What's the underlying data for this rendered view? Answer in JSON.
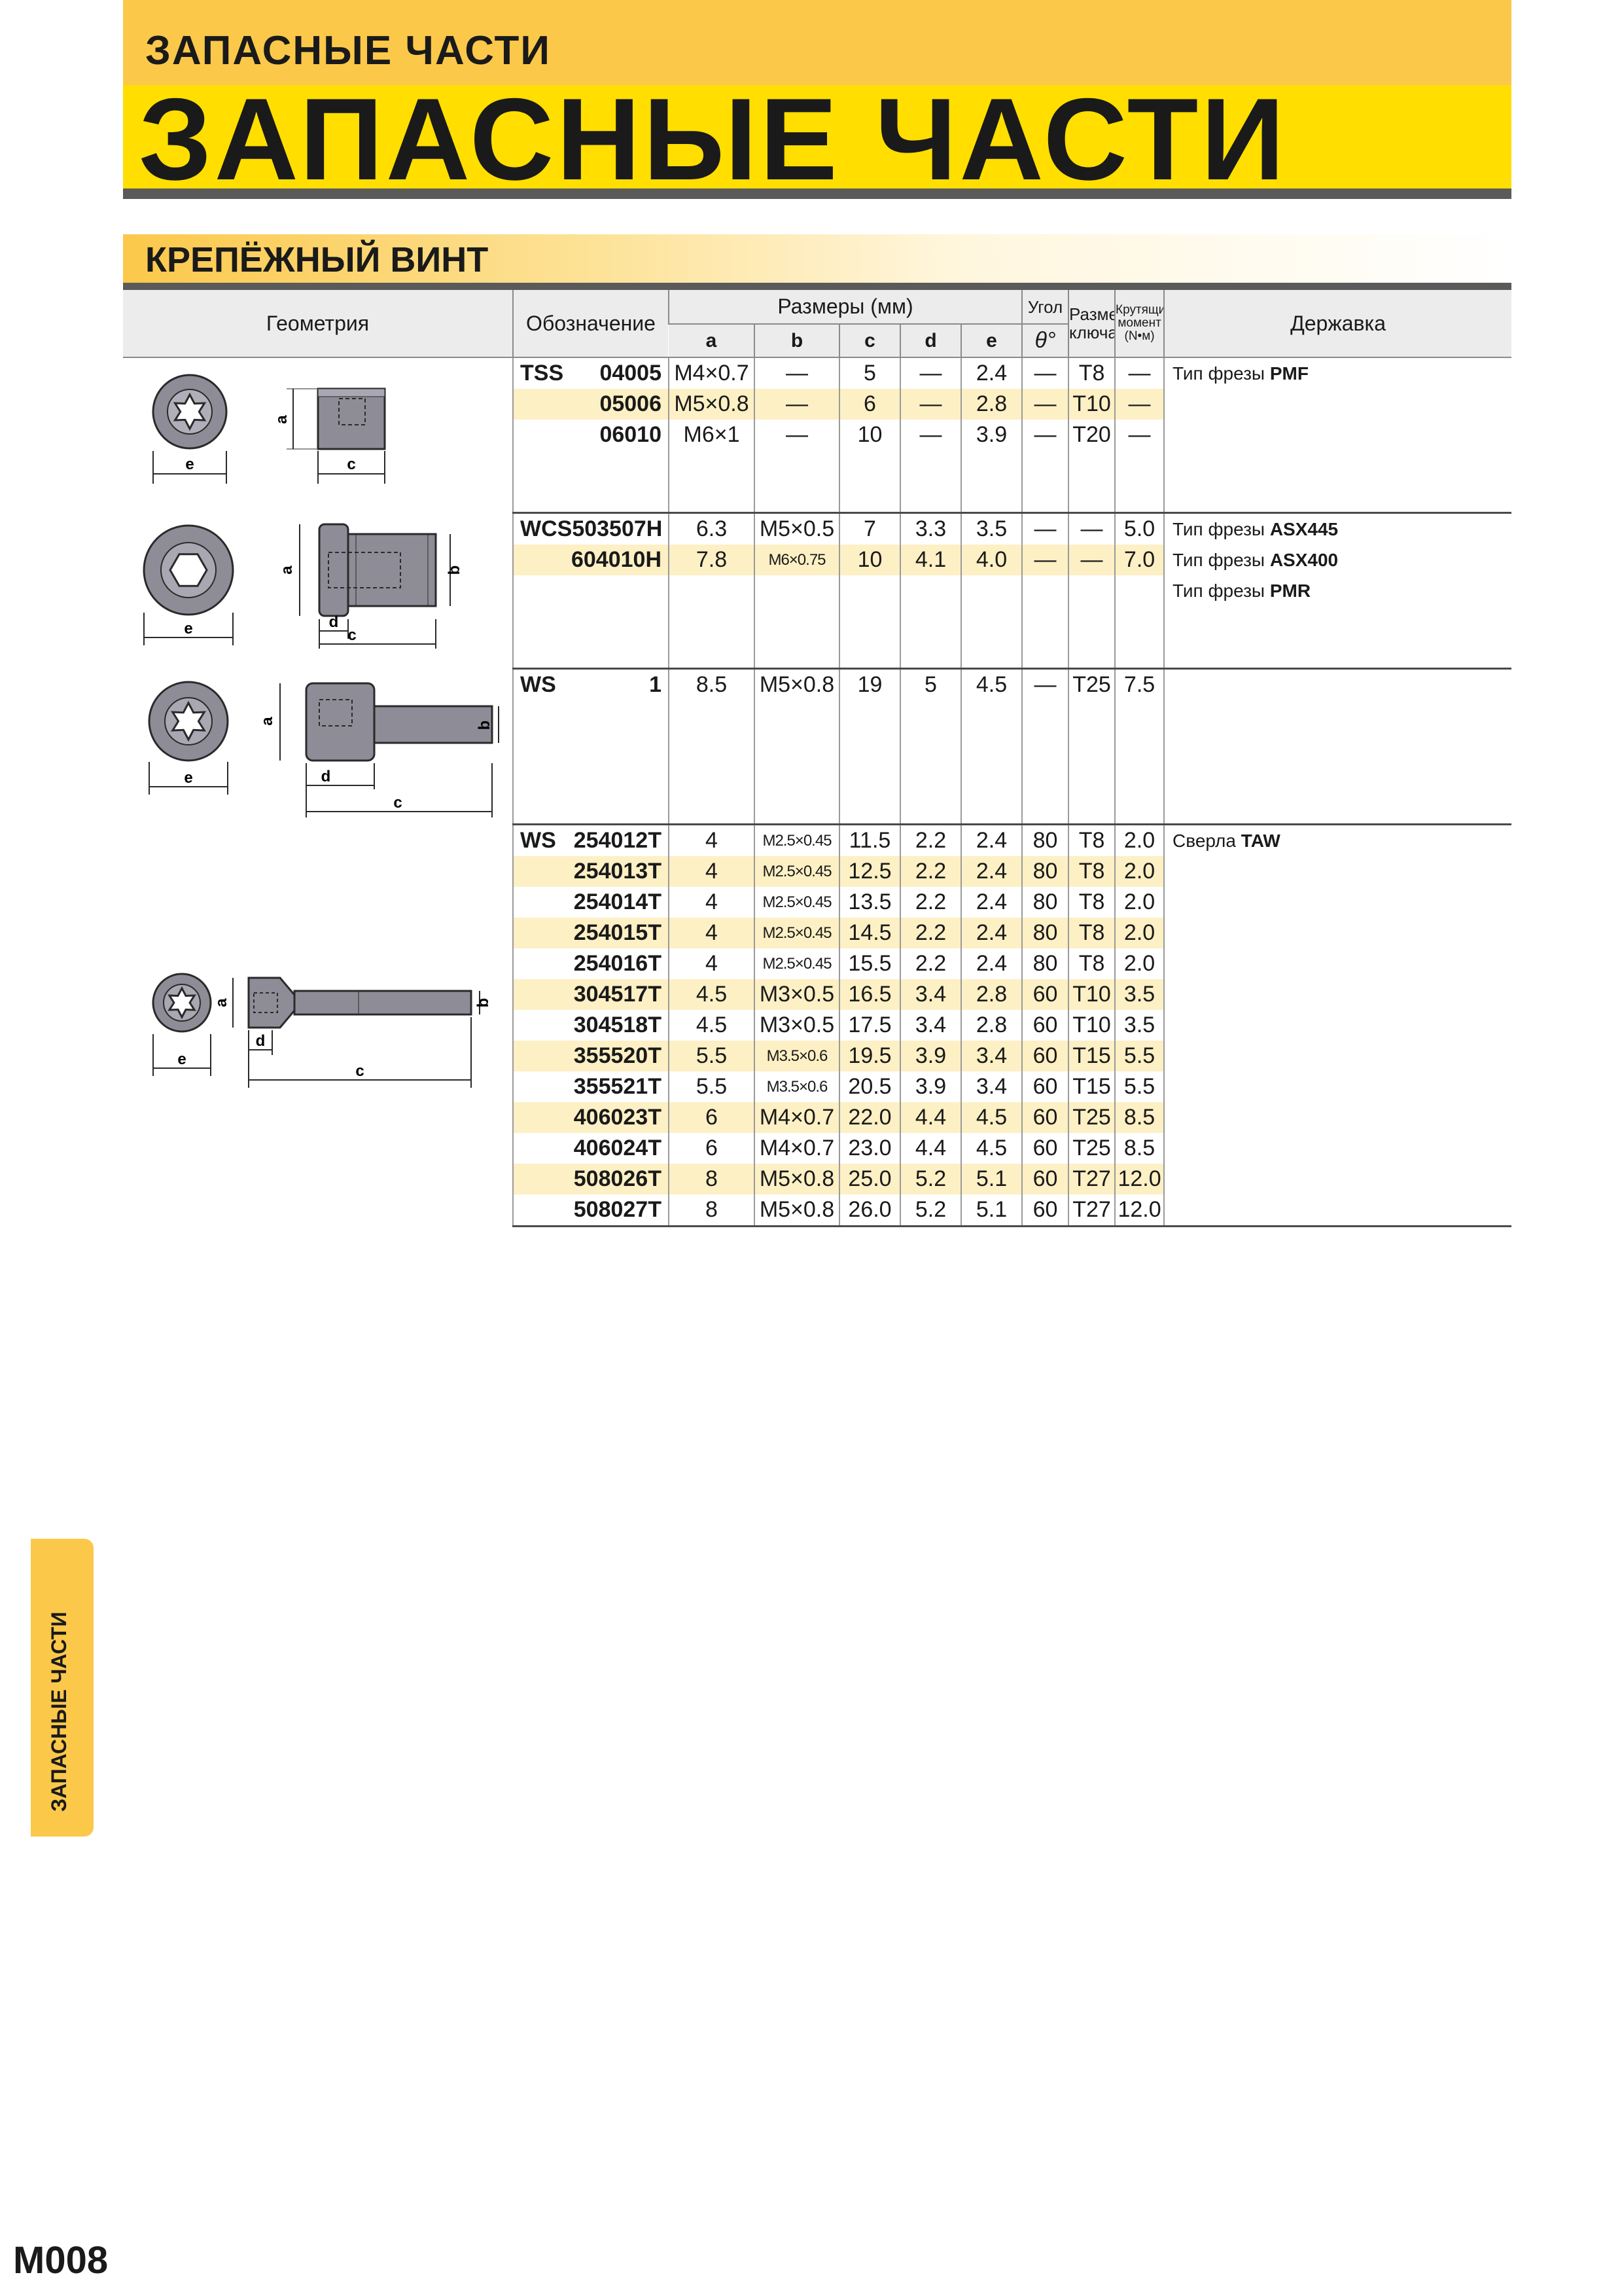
{
  "header": {
    "small_title": "ЗАПАСНЫЕ ЧАСТИ",
    "big_title": "ЗАПАСНЫЕ ЧАСТИ"
  },
  "section": {
    "title": "КРЕПЁЖНЫЙ ВИНТ"
  },
  "table": {
    "headers": {
      "geometry": "Геометрия",
      "designation": "Обозначение",
      "dimensions": "Размеры (мм)",
      "angle": "Угол",
      "key_size": "Размер ключа",
      "torque": "Крутящий момент (N•м)",
      "holder": "Державка",
      "a": "a",
      "b": "b",
      "c": "c",
      "d": "d",
      "e": "e",
      "theta": "θ°"
    },
    "groups": [
      {
        "rows": [
          {
            "prefix": "TSS",
            "code": "04005",
            "a": "M4×0.7",
            "b": "—",
            "c": "5",
            "d": "—",
            "e": "2.4",
            "theta": "—",
            "key": "T8",
            "torque": "—",
            "holder_text": "Тип фрезы ",
            "holder_bold": "PMF"
          },
          {
            "prefix": "",
            "code": "05006",
            "a": "M5×0.8",
            "b": "—",
            "c": "6",
            "d": "—",
            "e": "2.8",
            "theta": "—",
            "key": "T10",
            "torque": "—",
            "holder_text": "",
            "holder_bold": ""
          },
          {
            "prefix": "",
            "code": "06010",
            "a": "M6×1",
            "b": "—",
            "c": "10",
            "d": "—",
            "e": "3.9",
            "theta": "—",
            "key": "T20",
            "torque": "—",
            "holder_text": "",
            "holder_bold": ""
          }
        ]
      },
      {
        "rows": [
          {
            "prefix": "WCS",
            "code": "503507H",
            "a": "6.3",
            "b": "M5×0.5",
            "c": "7",
            "d": "3.3",
            "e": "3.5",
            "theta": "—",
            "key": "—",
            "torque": "5.0",
            "holder_text": "Тип фрезы ",
            "holder_bold": "ASX445"
          },
          {
            "prefix": "",
            "code": "604010H",
            "a": "7.8",
            "b": "M6×0.75",
            "c": "10",
            "d": "4.1",
            "e": "4.0",
            "theta": "—",
            "key": "—",
            "torque": "7.0",
            "holder_text": "Тип фрезы ",
            "holder_bold": "ASX400"
          },
          {
            "extra_holder_text": "Тип фрезы ",
            "extra_holder_bold": "PMR"
          }
        ]
      },
      {
        "rows": [
          {
            "prefix": "WS",
            "code": "1",
            "a": "8.5",
            "b": "M5×0.8",
            "c": "19",
            "d": "5",
            "e": "4.5",
            "theta": "—",
            "key": "T25",
            "torque": "7.5",
            "holder_text": "",
            "holder_bold": ""
          }
        ]
      },
      {
        "rows": [
          {
            "prefix": "WS",
            "code": "254012T",
            "a": "4",
            "b": "M2.5×0.45",
            "c": "11.5",
            "d": "2.2",
            "e": "2.4",
            "theta": "80",
            "key": "T8",
            "torque": "2.0",
            "holder_text": "Сверла ",
            "holder_bold": "TAW"
          },
          {
            "prefix": "",
            "code": "254013T",
            "a": "4",
            "b": "M2.5×0.45",
            "c": "12.5",
            "d": "2.2",
            "e": "2.4",
            "theta": "80",
            "key": "T8",
            "torque": "2.0"
          },
          {
            "prefix": "",
            "code": "254014T",
            "a": "4",
            "b": "M2.5×0.45",
            "c": "13.5",
            "d": "2.2",
            "e": "2.4",
            "theta": "80",
            "key": "T8",
            "torque": "2.0"
          },
          {
            "prefix": "",
            "code": "254015T",
            "a": "4",
            "b": "M2.5×0.45",
            "c": "14.5",
            "d": "2.2",
            "e": "2.4",
            "theta": "80",
            "key": "T8",
            "torque": "2.0"
          },
          {
            "prefix": "",
            "code": "254016T",
            "a": "4",
            "b": "M2.5×0.45",
            "c": "15.5",
            "d": "2.2",
            "e": "2.4",
            "theta": "80",
            "key": "T8",
            "torque": "2.0"
          },
          {
            "prefix": "",
            "code": "304517T",
            "a": "4.5",
            "b": "M3×0.5",
            "c": "16.5",
            "d": "3.4",
            "e": "2.8",
            "theta": "60",
            "key": "T10",
            "torque": "3.5"
          },
          {
            "prefix": "",
            "code": "304518T",
            "a": "4.5",
            "b": "M3×0.5",
            "c": "17.5",
            "d": "3.4",
            "e": "2.8",
            "theta": "60",
            "key": "T10",
            "torque": "3.5"
          },
          {
            "prefix": "",
            "code": "355520T",
            "a": "5.5",
            "b": "M3.5×0.6",
            "c": "19.5",
            "d": "3.9",
            "e": "3.4",
            "theta": "60",
            "key": "T15",
            "torque": "5.5"
          },
          {
            "prefix": "",
            "code": "355521T",
            "a": "5.5",
            "b": "M3.5×0.6",
            "c": "20.5",
            "d": "3.9",
            "e": "3.4",
            "theta": "60",
            "key": "T15",
            "torque": "5.5"
          },
          {
            "prefix": "",
            "code": "406023T",
            "a": "6",
            "b": "M4×0.7",
            "c": "22.0",
            "d": "4.4",
            "e": "4.5",
            "theta": "60",
            "key": "T25",
            "torque": "8.5"
          },
          {
            "prefix": "",
            "code": "406024T",
            "a": "6",
            "b": "M4×0.7",
            "c": "23.0",
            "d": "4.4",
            "e": "4.5",
            "theta": "60",
            "key": "T25",
            "torque": "8.5"
          },
          {
            "prefix": "",
            "code": "508026T",
            "a": "8",
            "b": "M5×0.8",
            "c": "25.0",
            "d": "5.2",
            "e": "5.1",
            "theta": "60",
            "key": "T27",
            "torque": "12.0"
          },
          {
            "prefix": "",
            "code": "508027T",
            "a": "8",
            "b": "M5×0.8",
            "c": "26.0",
            "d": "5.2",
            "e": "5.1",
            "theta": "60",
            "key": "T27",
            "torque": "12.0"
          }
        ]
      }
    ]
  },
  "drawing_labels": {
    "a": "a",
    "b": "b",
    "c": "c",
    "d": "d",
    "e": "e"
  },
  "side_tab": {
    "label": "ЗАПАСНЫЕ ЧАСТИ"
  },
  "page_number": "M008",
  "colors": {
    "accent_orange": "#fbc84a",
    "accent_yellow": "#ffde00",
    "row_highlight": "#fdf0c4"
  }
}
